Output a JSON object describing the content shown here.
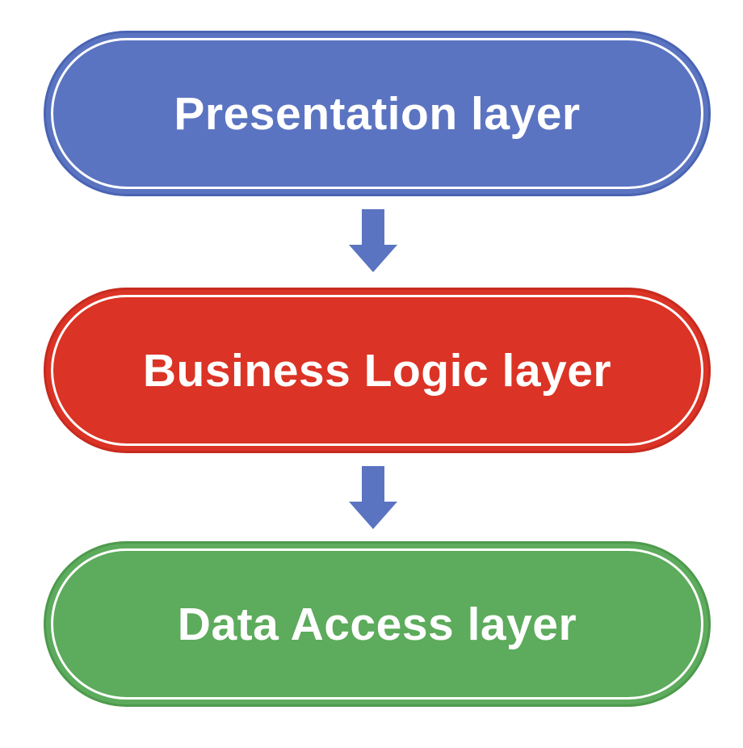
{
  "layers": [
    {
      "label": "Presentation layer",
      "fill": "#5b74c1",
      "border": "#4a64b3"
    },
    {
      "label": "Business Logic layer",
      "fill": "#db3325",
      "border": "#c72b1f"
    },
    {
      "label": "Data Access layer",
      "fill": "#5dab5c",
      "border": "#4e9a4d"
    }
  ],
  "arrow": {
    "color": "#5b74c1",
    "icon": "down-arrow-icon"
  }
}
